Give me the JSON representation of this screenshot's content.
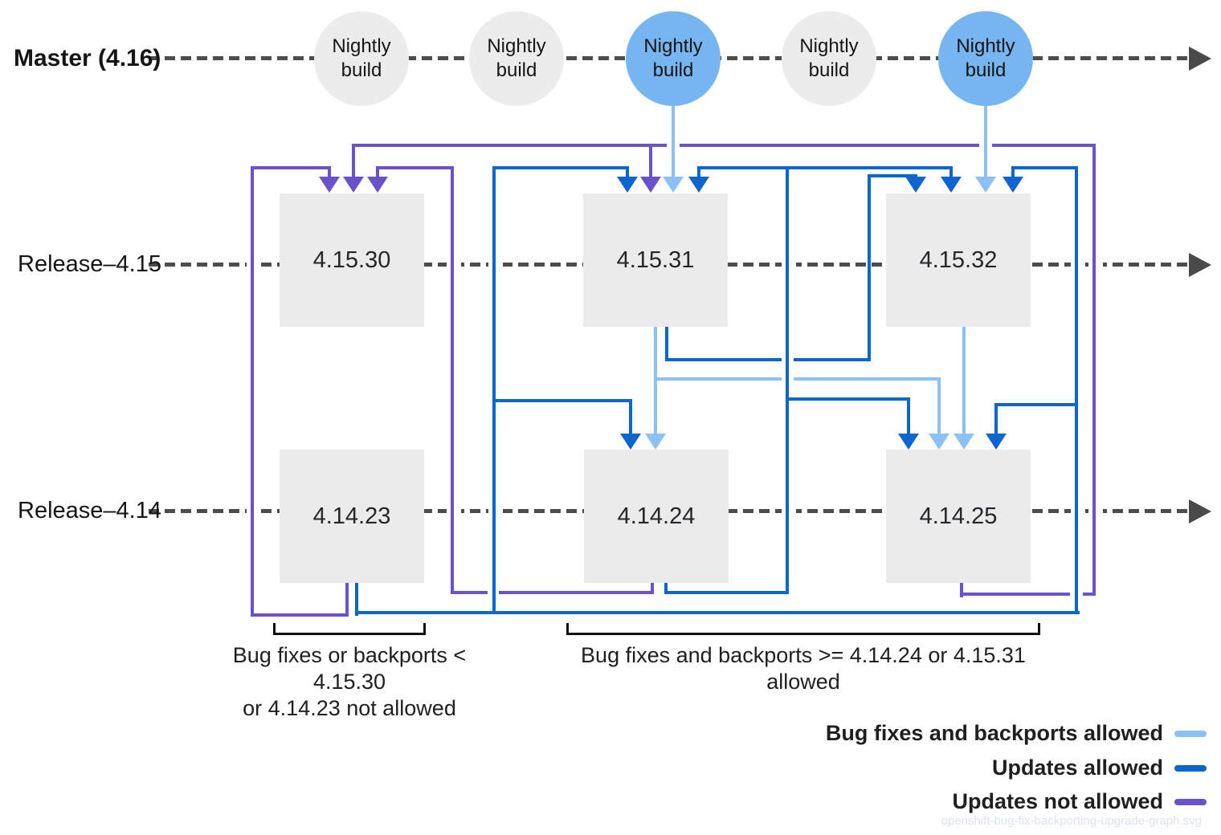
{
  "lanes": [
    {
      "label": "Master (4.16)"
    },
    {
      "label": "Release–4.15"
    },
    {
      "label": "Release–4.14"
    }
  ],
  "nightly_builds": [
    {
      "label": "Nightly build",
      "highlighted": false
    },
    {
      "label": "Nightly build",
      "highlighted": false
    },
    {
      "label": "Nightly build",
      "highlighted": true
    },
    {
      "label": "Nightly build",
      "highlighted": false
    },
    {
      "label": "Nightly build",
      "highlighted": true
    }
  ],
  "versions": [
    {
      "label": "4.15.30"
    },
    {
      "label": "4.15.31"
    },
    {
      "label": "4.15.32"
    },
    {
      "label": "4.14.23"
    },
    {
      "label": "4.14.24"
    },
    {
      "label": "4.14.25"
    }
  ],
  "annotations": {
    "left": {
      "line1": "Bug fixes or backports < 4.15.30",
      "line2": "or 4.14.23 not allowed"
    },
    "right": {
      "line1": "Bug fixes and backports >= 4.14.24 or 4.15.31",
      "line2": "allowed"
    }
  },
  "legend": [
    {
      "label": "Bug fixes and backports allowed",
      "color": "#8bc1f7"
    },
    {
      "label": "Updates allowed",
      "color": "#0d66d0"
    },
    {
      "label": "Updates not allowed",
      "color": "#6a52cc"
    }
  ],
  "colors": {
    "bug_fixes_and_backports_allowed": "#8bc1f7",
    "updates_allowed": "#0d66d0",
    "updates_not_allowed": "#6a52cc",
    "dashed_line": "#4c4c4c",
    "node_fill": "#ebebeb",
    "highlighted_nightly_fill": "#76b5ef"
  },
  "edges": [
    {
      "from": "4.14.23",
      "to": "4.15.30",
      "type": "updates_not_allowed"
    },
    {
      "from": "4.14.24",
      "to": "4.15.30",
      "type": "updates_not_allowed"
    },
    {
      "from": "4.14.25",
      "to": "4.15.30",
      "type": "updates_not_allowed"
    },
    {
      "from": "4.14.25",
      "to": "4.15.31",
      "type": "updates_not_allowed"
    },
    {
      "from": "4.14.23",
      "to": "4.15.31",
      "type": "updates_allowed"
    },
    {
      "from": "4.14.23",
      "to": "4.15.32",
      "type": "updates_allowed"
    },
    {
      "from": "4.14.23",
      "to": "4.14.24",
      "type": "updates_allowed"
    },
    {
      "from": "4.14.23",
      "to": "4.14.25",
      "type": "updates_allowed"
    },
    {
      "from": "4.14.24",
      "to": "4.15.31",
      "type": "updates_allowed"
    },
    {
      "from": "4.14.24",
      "to": "4.15.32",
      "type": "updates_allowed"
    },
    {
      "from": "4.14.24",
      "to": "4.14.25",
      "type": "updates_allowed"
    },
    {
      "from": "4.15.31",
      "to": "4.15.32",
      "type": "updates_allowed"
    },
    {
      "from": "nightly-build-3",
      "to": "4.15.31",
      "type": "bug_fixes_and_backports_allowed"
    },
    {
      "from": "nightly-build-5",
      "to": "4.15.32",
      "type": "bug_fixes_and_backports_allowed"
    },
    {
      "from": "4.15.31",
      "to": "4.14.24",
      "type": "bug_fixes_and_backports_allowed"
    },
    {
      "from": "4.15.31",
      "to": "4.14.25",
      "type": "bug_fixes_and_backports_allowed"
    },
    {
      "from": "4.15.32",
      "to": "4.14.25",
      "type": "bug_fixes_and_backports_allowed"
    }
  ],
  "watermark": "openshift-bug-fix-backporting-upgrade-graph.svg"
}
